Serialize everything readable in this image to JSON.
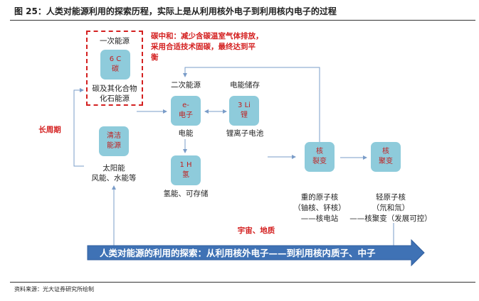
{
  "title": "图 25：人类对能源利用的探索历程，实际上是从利用核外电子到利用核内电子的过程",
  "primary": {
    "header": "一次能源",
    "symbol": "6 C",
    "name": "碳",
    "desc1": "碳及其化合物",
    "desc2": "化石能源"
  },
  "carbon_note": [
    "碳中和：减少含碳温室气体排放，",
    "采用合适技术固碳，最终达到平",
    "衡"
  ],
  "secondary": {
    "header": "二次能源",
    "symbol": "e-",
    "name": "电子",
    "desc": "电能"
  },
  "storage": {
    "header": "电能储存",
    "symbol": "3 Li",
    "name": "锂",
    "desc": "锂离子电池"
  },
  "long_cycle": "长周期",
  "clean": {
    "line1": "清洁",
    "line2": "能源",
    "desc1": "太阳能",
    "desc2": "风能、水能等"
  },
  "hydrogen": {
    "symbol": "1 H",
    "name": "氢",
    "desc": "氢能、可存储"
  },
  "fission": {
    "line1": "核",
    "line2": "裂变",
    "desc": [
      "重的原子核",
      "（铀核、钚核）",
      "——核电站"
    ]
  },
  "fusion": {
    "line1": "核",
    "line2": "聚变",
    "desc": [
      "轻原子核",
      "（氘和氚）",
      "——核聚变（发展可控）"
    ]
  },
  "cosmos": "宇宙、地质",
  "banner": "人类对能源的利用的探索：从利用核外电子——到利用核内质子、中子",
  "source": "资料来源：光大证券研究所绘制",
  "colors": {
    "box": "#8ecbdb",
    "red": "#d42020",
    "arrow": "#4f81bd",
    "line": "#7a9cc8"
  }
}
